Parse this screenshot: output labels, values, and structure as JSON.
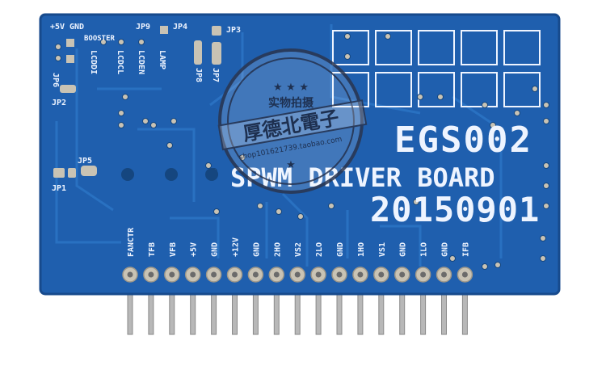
{
  "colors": {
    "board": "#1f5fae",
    "board_edge": "#174a8c",
    "silkscreen": "#eef4ff",
    "copper_pad": "#c9c3b4",
    "pin": "#b8b8b8",
    "trace": "#2b73c4"
  },
  "board": {
    "title": "EGS002",
    "subtitle": "SPWM DRIVER BOARD",
    "date_code": "20150901",
    "top_labels": [
      "+5V",
      "GND",
      "JP9",
      "JP4",
      "JP3"
    ],
    "side_labels": [
      "JP6",
      "JP2",
      "JP5",
      "JP1",
      "JP8",
      "JP7"
    ],
    "vertical_labels": [
      "LCDDI",
      "LCDCL",
      "LCDEN",
      "LAMP",
      "BOOSTER"
    ],
    "pin_labels": [
      "FANCTR",
      "TFB",
      "VFB",
      "+5V",
      "GND",
      "+12V",
      "GND",
      "2HO",
      "VS2",
      "2LO",
      "GND",
      "1HO",
      "VS1",
      "GND",
      "1LO",
      "GND",
      "IFB"
    ]
  },
  "stamp": {
    "line1": "实物拍摄",
    "line2": "厚德北電子",
    "url": "shop101621739.taobao.com"
  }
}
